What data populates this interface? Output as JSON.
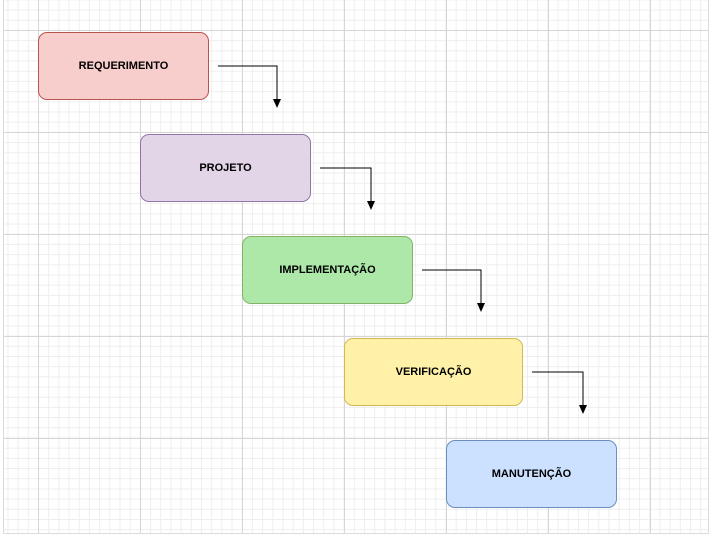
{
  "diagram": {
    "nodes": [
      {
        "id": "n1",
        "label": "REQUERIMENTO",
        "fill": "#f8cecc",
        "stroke": "#b85450"
      },
      {
        "id": "n2",
        "label": "PROJETO",
        "fill": "#e1d5e7",
        "stroke": "#9673a6"
      },
      {
        "id": "n3",
        "label": "IMPLEMENTAÇÃO",
        "fill": "#ade8a8",
        "stroke": "#82b366"
      },
      {
        "id": "n4",
        "label": "VERIFICAÇÃO",
        "fill": "#fff2a8",
        "stroke": "#d6b656"
      },
      {
        "id": "n5",
        "label": "MANUTENÇÃO",
        "fill": "#cce0ff",
        "stroke": "#6c8ebf"
      }
    ],
    "edges": [
      {
        "from": "n1",
        "to": "n2"
      },
      {
        "from": "n2",
        "to": "n3"
      },
      {
        "from": "n3",
        "to": "n4"
      },
      {
        "from": "n4",
        "to": "n5"
      }
    ],
    "edge_color": "#000000"
  }
}
